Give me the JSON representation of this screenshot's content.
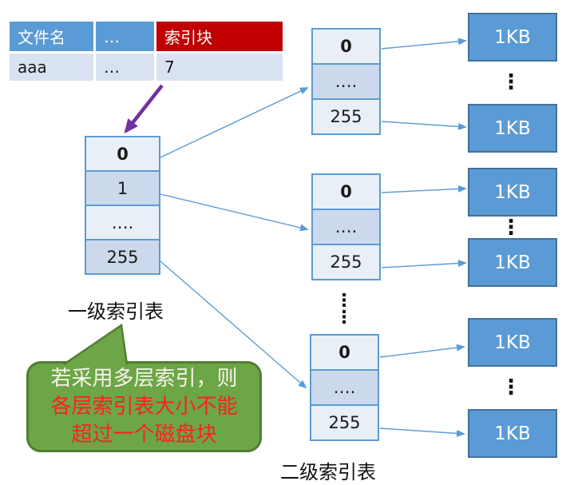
{
  "colors": {
    "header_blue": "#5B9BD5",
    "header_red": "#C00000",
    "data_row_bg": "#D9E2F0",
    "cell_light": "#E9EFF7",
    "cell_dark": "#CCD9EC",
    "table_border": "#5B9BD5",
    "block_fill": "#5B9BD5",
    "block_border": "#41719C",
    "connector_blue": "#5B9BD5",
    "arrow_purple": "#7030A0",
    "callout_fill": "#6CA646",
    "callout_border": "#507E32",
    "callout_line1_color": "#F5F3EA",
    "callout_red": "#FF1F1F"
  },
  "file_table": {
    "headers": [
      "文件名",
      "…",
      "索引块"
    ],
    "row": [
      "aaa",
      "…",
      "7"
    ]
  },
  "level1": {
    "cells": [
      "0",
      "1",
      "….",
      "255"
    ],
    "label": "一级索引表"
  },
  "level2": {
    "label": "二级索引表",
    "tables": [
      {
        "cells": [
          "0",
          "….",
          "255"
        ]
      },
      {
        "cells": [
          "0",
          "….",
          "255"
        ]
      },
      {
        "cells": [
          "0",
          "….",
          "255"
        ]
      }
    ]
  },
  "blocks": {
    "label": "1KB"
  },
  "ellipsis": {
    "v3": "⋮",
    "v6": "⋮\n⋮"
  },
  "callout": {
    "line1": "若采用多层索引，则",
    "line2": "各层索引表大小不能",
    "line3": "超过一个磁盘块"
  }
}
